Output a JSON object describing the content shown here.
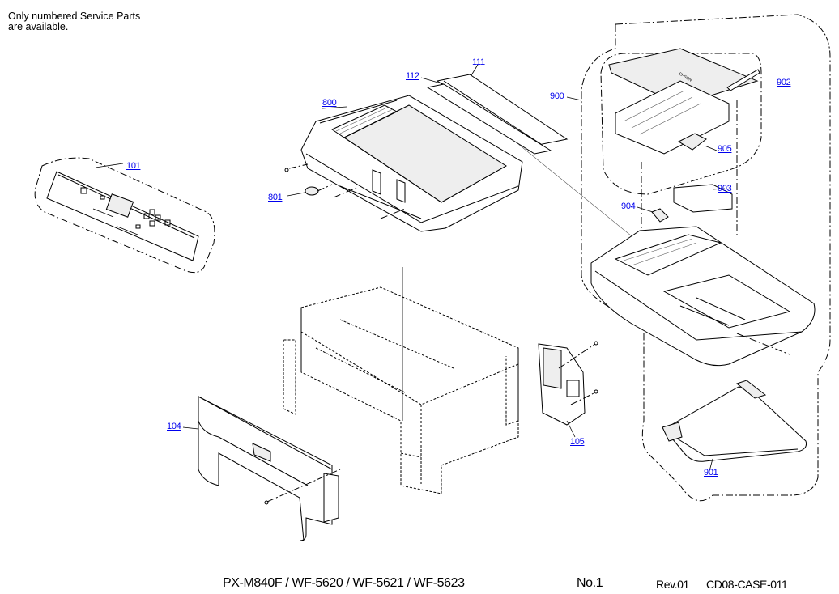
{
  "note": {
    "line1": "Only numbered Service Parts",
    "line2": "are available."
  },
  "parts": {
    "p101": "101",
    "p104": "104",
    "p105": "105",
    "p111": "111",
    "p112": "112",
    "p800": "800",
    "p801": "801",
    "p900": "900",
    "p901": "901",
    "p902": "902",
    "p903": "903",
    "p904": "904",
    "p905": "905"
  },
  "adf_label": "EPSON",
  "footer": {
    "models": "PX-M840F / WF-5620 / WF-5621 / WF-5623",
    "page": "No.1",
    "rev": "Rev.01",
    "code": "CD08-CASE-011"
  },
  "link_color": "#0000ee"
}
